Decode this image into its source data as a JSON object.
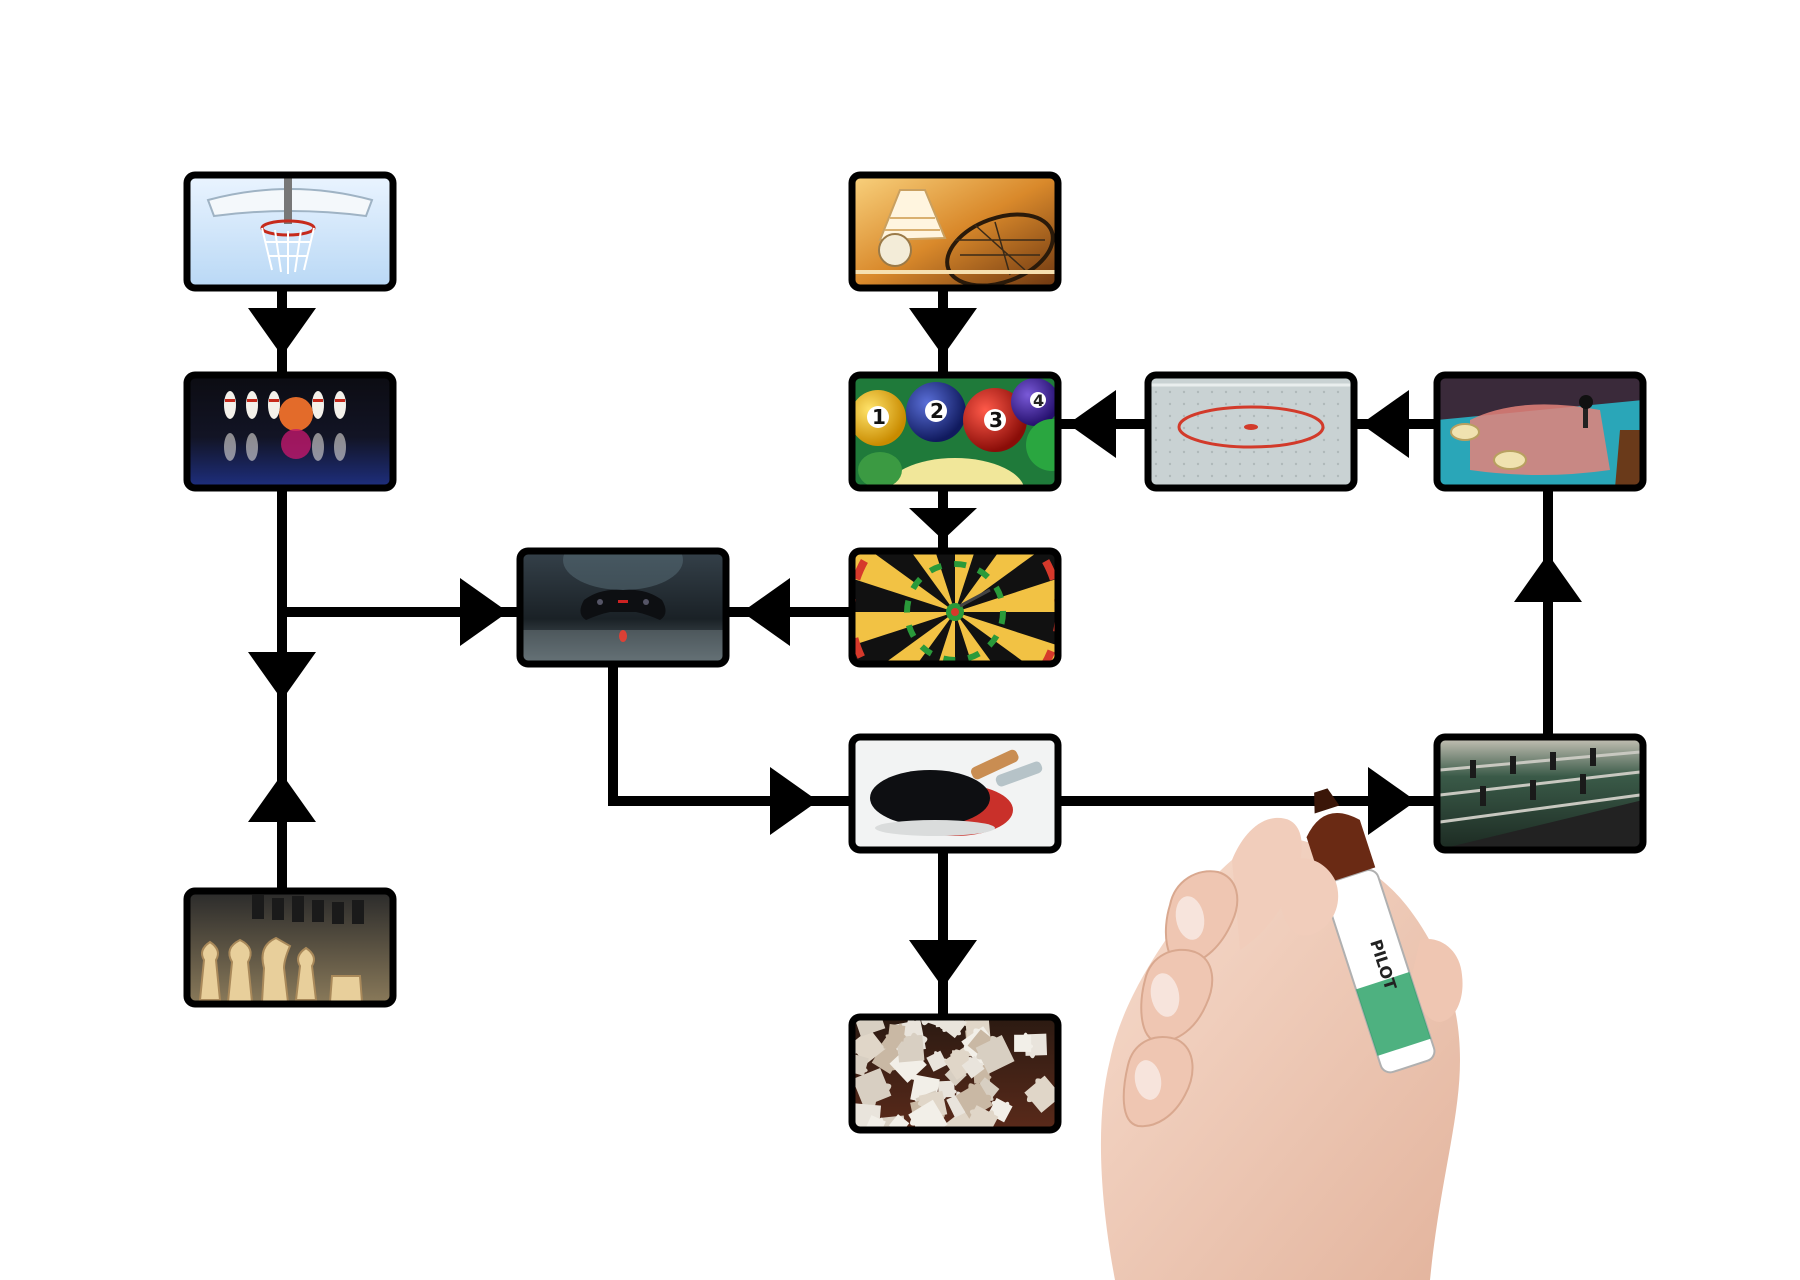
{
  "diagram": {
    "nodes": [
      {
        "id": "basketball",
        "icon": "basketball-hoop-icon"
      },
      {
        "id": "bowling",
        "icon": "bowling-pins-icon"
      },
      {
        "id": "chess",
        "icon": "chess-pieces-icon"
      },
      {
        "id": "gamepad",
        "icon": "gamepad-icon"
      },
      {
        "id": "badminton",
        "icon": "shuttlecock-racket-icon"
      },
      {
        "id": "billiards",
        "icon": "billiard-balls-icon"
      },
      {
        "id": "darts",
        "icon": "dartboard-icon"
      },
      {
        "id": "air-hockey",
        "icon": "air-hockey-table-icon"
      },
      {
        "id": "arcade",
        "icon": "arcade-joystick-icon"
      },
      {
        "id": "table-tennis",
        "icon": "ping-pong-paddles-icon"
      },
      {
        "id": "puzzle",
        "icon": "jigsaw-puzzle-icon"
      },
      {
        "id": "foosball",
        "icon": "foosball-table-icon"
      }
    ],
    "ball_numbers": [
      "1",
      "2",
      "3",
      "4"
    ],
    "marker_text": "PILOT",
    "colors": {
      "line": "#000000",
      "background": "#ffffff",
      "skin": "#f2d3c2",
      "marker_body": "#ffffff",
      "marker_cap": "#6a2a14"
    }
  }
}
